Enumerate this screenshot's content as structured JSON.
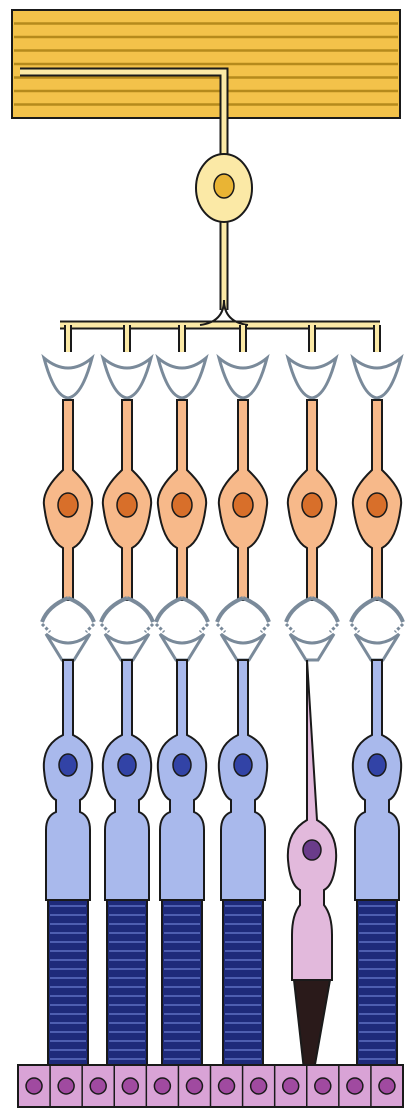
{
  "diagram": {
    "labels": [],
    "colors": {
      "fiber_band": "#f3c24a",
      "fiber_line": "#b58a1c",
      "ganglion_fill": "#fbe9a6",
      "ganglion_nucleus": "#e9b434",
      "bipolar_fill": "#f7b98a",
      "bipolar_nucleus": "#d86f2a",
      "synapse_cap": "#7a8a9a",
      "rod_fill": "#a9b9ec",
      "rod_nucleus": "#3243a6",
      "rod_outer": "#1e2a7a",
      "cone_fill": "#e2b9dc",
      "cone_nucleus": "#6a3c8a",
      "cone_outer": "#2a1a1a",
      "epithelium_fill": "#d9a3d6",
      "epithelium_nucleus": "#a04aa0",
      "outline": "#1a1a1a"
    },
    "photoreceptors": [
      "rod",
      "rod",
      "rod",
      "rod",
      "cone",
      "rod"
    ]
  }
}
